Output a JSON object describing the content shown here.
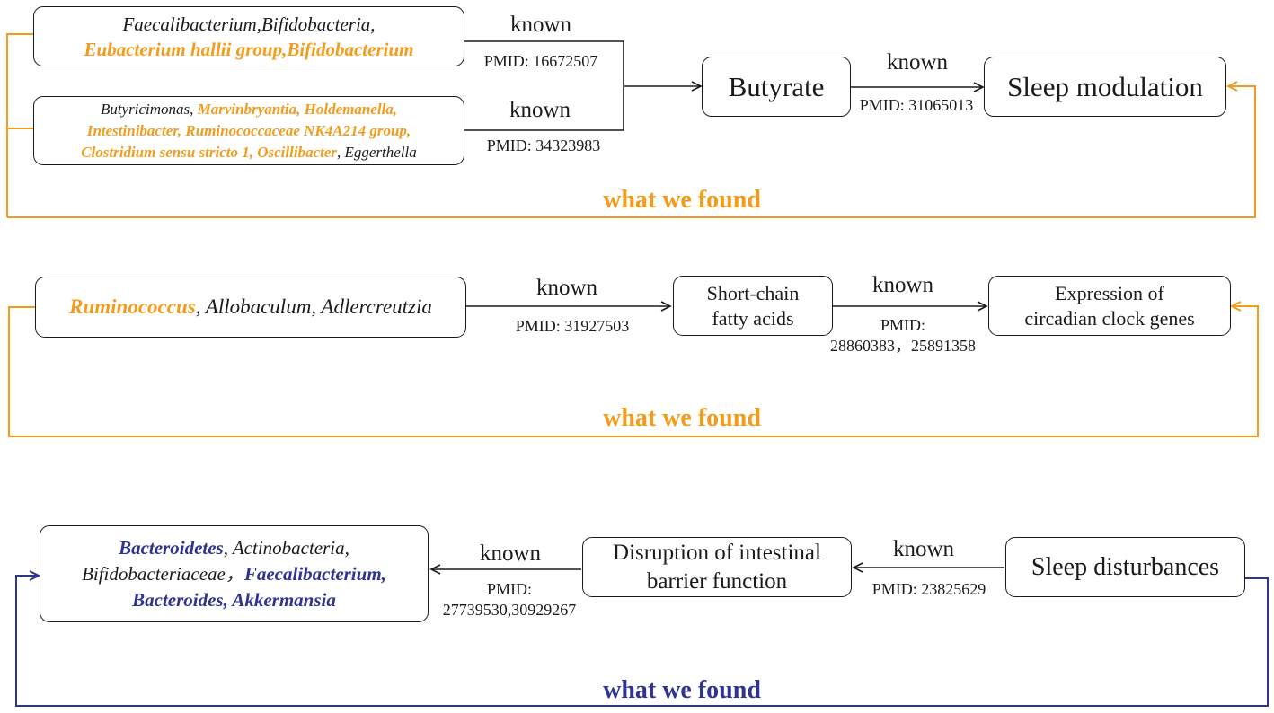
{
  "colors": {
    "orange": "#f39c1b",
    "navy": "#2f3491",
    "ink": "#1a1a1a"
  },
  "panel1": {
    "taxa_box_top": [
      [
        {
          "t": "Faecalibacterium,Bifidobacteria,",
          "c": "ink"
        }
      ],
      [
        {
          "t": "Eubacterium hallii group,Bifidobacterium",
          "c": "orange"
        }
      ]
    ],
    "taxa_box_bottom": [
      [
        {
          "t": "Butyricimonas, ",
          "c": "ink"
        },
        {
          "t": "Marvinbryantia, Holdemanella,",
          "c": "orange"
        }
      ],
      [
        {
          "t": "Intestinibacter, Ruminococcaceae NK4A214 group,",
          "c": "orange"
        }
      ],
      [
        {
          "t": "Clostridium sensu stricto 1, Oscillibacter",
          "c": "orange"
        },
        {
          "t": ", Eggerthella",
          "c": "ink"
        }
      ]
    ],
    "known_top": "known",
    "pmid_top": "PMID: 16672507",
    "known_bottom": "known",
    "pmid_bottom": "PMID: 34323983",
    "node_butyrate": "Butyrate",
    "known_mid": "known",
    "pmid_mid": "PMID: 31065013",
    "node_sleep_modulation": "Sleep modulation",
    "found_label": "what we found"
  },
  "panel2": {
    "taxa_box": [
      [
        {
          "t": "Ruminococcus",
          "c": "orange"
        },
        {
          "t": ", Allobaculum, Adlercreutzia",
          "c": "ink"
        }
      ]
    ],
    "known_1": "known",
    "pmid_1": "PMID: 31927503",
    "node_scfa_line1": "Short-chain",
    "node_scfa_line2": "fatty acids",
    "known_2": "known",
    "pmid_2_line1": "PMID:",
    "pmid_2_line2": "28860383，25891358",
    "node_clock_line1": "Expression of",
    "node_clock_line2": "circadian clock genes",
    "found_label": "what we found"
  },
  "panel3": {
    "taxa_box": [
      [
        {
          "t": "Bacteroidetes",
          "c": "navy"
        },
        {
          "t": ", Actinobacteria,",
          "c": "ink"
        }
      ],
      [
        {
          "t": "Bifidobacteriaceae，",
          "c": "ink"
        },
        {
          "t": "Faecalibacterium,",
          "c": "navy"
        }
      ],
      [
        {
          "t": "Bacteroides,  Akkermansia",
          "c": "navy"
        }
      ]
    ],
    "known_1": "known",
    "pmid_1_line1": "PMID:",
    "pmid_1_line2": "27739530,30929267",
    "node_barrier_line1": "Disruption of intestinal",
    "node_barrier_line2": "barrier function",
    "known_2": "known",
    "pmid_2": "PMID: 23825629",
    "node_sleep_disturbances": "Sleep disturbances",
    "found_label": "what we found"
  }
}
